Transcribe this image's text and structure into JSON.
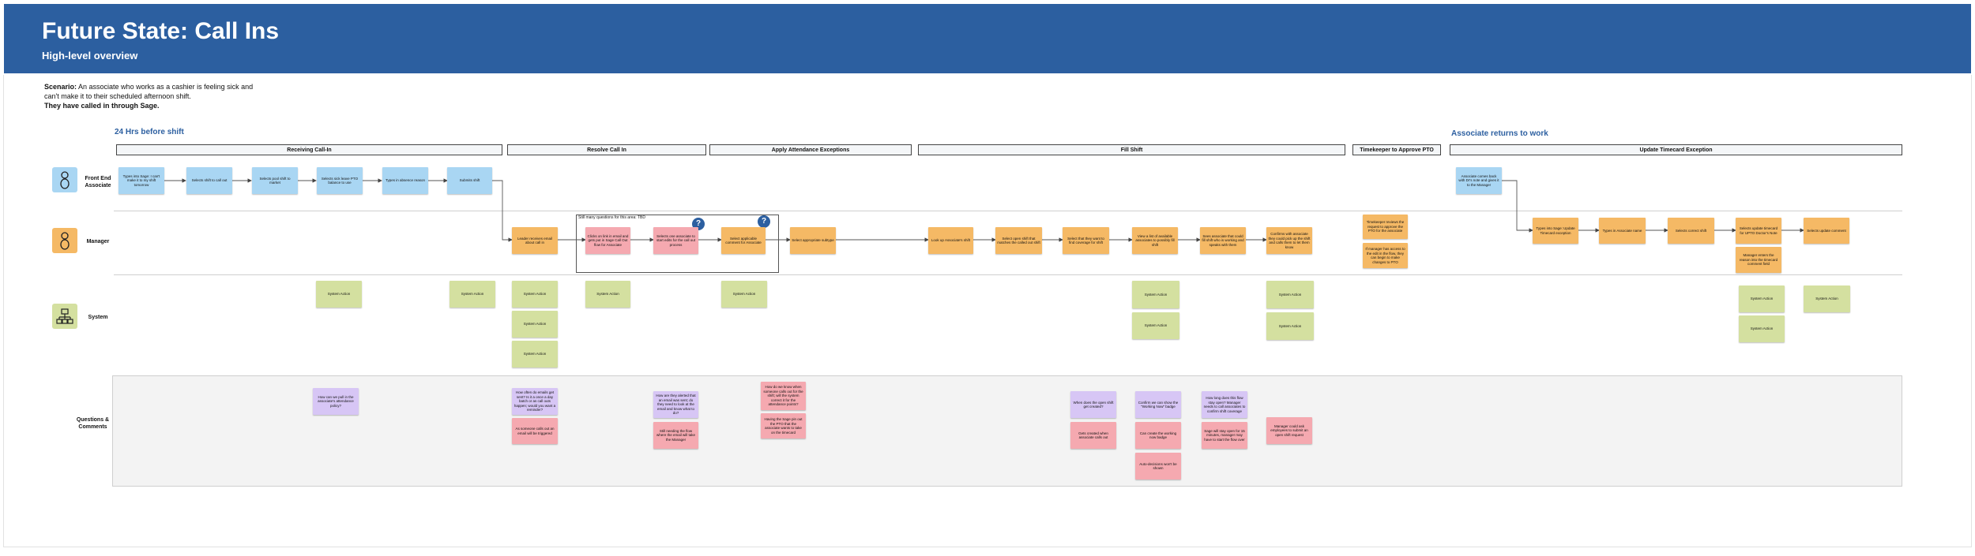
{
  "header": {
    "title": "Future State: Call Ins",
    "subtitle": "High-level overview"
  },
  "scenario": {
    "label": "Scenario:",
    "text": "An associate who works as a cashier is feeling sick and can't make it to their scheduled afternoon shift.",
    "bold": "They have called in through Sage."
  },
  "timing": {
    "before": "24 Hrs before shift",
    "returns": "Associate returns to work"
  },
  "phases": [
    "Receiving Call-In",
    "Resolve Call In",
    "Apply Attendance Exceptions",
    "Fill Shift",
    "Timekeeper to Approve PTO",
    "Update Timecard Exception"
  ],
  "lanes": {
    "associate": "Front End Associate",
    "manager": "Manager",
    "system": "System",
    "questions": "Questions & Comments"
  },
  "tbd": {
    "label": "Still many questions for this area: TBD",
    "q1": "?",
    "q2": "?"
  },
  "associate_notes": [
    "Types into Sage: I can't make it to my shift tomorrow",
    "Selects shift to call out",
    "Selects pool shift to market",
    "Selects sick leave PTO balance to use",
    "Types in absence reason",
    "Submits shift",
    "Associate comes back with Dr's note and gives it to the Manager"
  ],
  "manager_notes": [
    "Leader receives email about call in",
    "Clicks on link in email and gets put in Sage Call Out flow for Associate",
    "Selects one associate to start edits for the call out process",
    "Select applicable comment for Associate",
    "Select appropriate subtype",
    "Look up Associate's shift",
    "Select open shift that matches the called out shift",
    "Select that they want to find coverage for shift",
    "View a list of available associates to possibly fill shift",
    "Sees associate that could fill shift who is working and speaks with them",
    "Confirms with associate they could pick up the shift and calls them to let them know",
    "Timekeeper reviews the request to approve the PTO for the associate",
    "If manager has access to the edit in the flow, they can begin to make changes to PTO",
    "Types into Sage: Update Timecard exception",
    "Types in Associate name",
    "Selects correct shift",
    "Selects update timecard for UPTO Doctor's Note",
    "Selects update comment",
    "Manager enters the reason into the timecard comment field"
  ],
  "system_label": "System Action",
  "questions": [
    "How can we pull in the associate's attendance policy?",
    "How often do emails get sent? Is it a once a day batch or as call outs happen; would you want a reminder?",
    "As someone calls out an email will be triggered",
    "How are they alerted that an email was sent; do they need to look at the email and know what to do?",
    "Still needing the flow where the email will take the Manager",
    "How do we know when someone calls out for the shift; will the system correct it for the attendance points?",
    "Having the Sage pin out the PTO that the associate wants to take on the timecard",
    "When does the open shift get created?",
    "Gets created when associate calls out",
    "Confirm we can show the \"Working Now\" badge",
    "Can create the working now badge",
    "Auto-decisions won't be shown",
    "How long does this flow stay open? Manager needs to call associates to confirm shift coverage",
    "Sage will stay open for 15 minutes, manager may have to start the flow over",
    "Manager could ask employees to submit an open shift request"
  ],
  "colors": {
    "header": "#2c5fa0",
    "associate": "#a9d6f3",
    "manager": "#f5b965",
    "system": "#d4e0a0",
    "question": "#d7c6f5",
    "issue": "#f5a9b0"
  },
  "icons": {
    "associate": "person-icon",
    "manager": "person-icon",
    "system": "org-chart-icon"
  }
}
